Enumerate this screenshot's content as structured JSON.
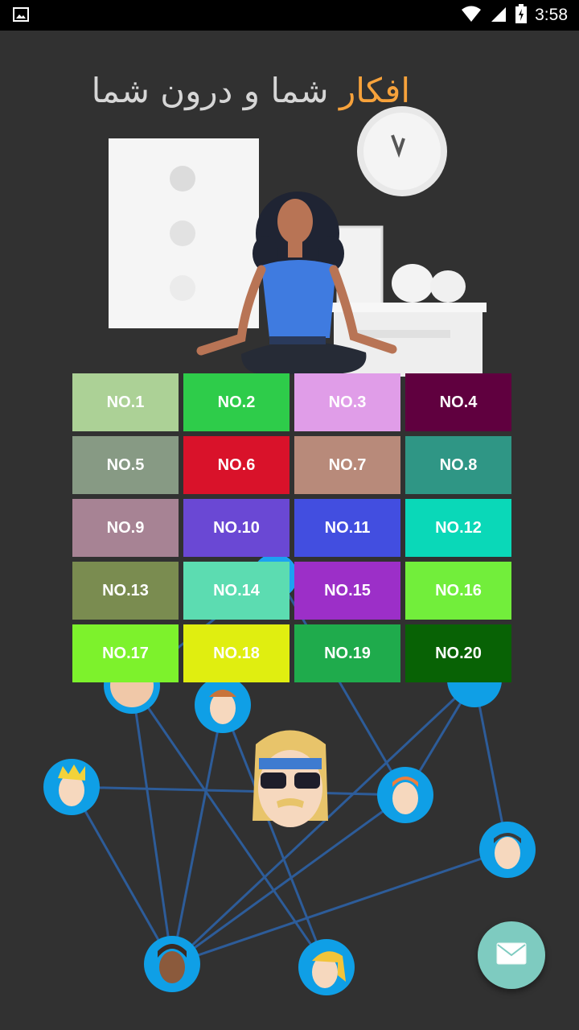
{
  "status_bar": {
    "time": "3:58"
  },
  "hero": {
    "title_accent": "افکار",
    "title_rest": " شما و درون شما",
    "accent_color": "#f7a23b"
  },
  "tiles": [
    {
      "label": "NO.1",
      "color": "#acd196"
    },
    {
      "label": "NO.2",
      "color": "#2ecc4a"
    },
    {
      "label": "NO.3",
      "color": "#e09de8"
    },
    {
      "label": "NO.4",
      "color": "#60003f"
    },
    {
      "label": "NO.5",
      "color": "#879a84"
    },
    {
      "label": "NO.6",
      "color": "#d9122a"
    },
    {
      "label": "NO.7",
      "color": "#b88a7a"
    },
    {
      "label": "NO.8",
      "color": "#2f9685"
    },
    {
      "label": "NO.9",
      "color": "#a78394"
    },
    {
      "label": "NO.10",
      "color": "#6a48d4"
    },
    {
      "label": "NO.11",
      "color": "#424ee0"
    },
    {
      "label": "NO.12",
      "color": "#0ad8b8"
    },
    {
      "label": "NO.13",
      "color": "#7a8c50"
    },
    {
      "label": "NO.14",
      "color": "#5cdcb1"
    },
    {
      "label": "NO.15",
      "color": "#9c2fc8"
    },
    {
      "label": "NO.16",
      "color": "#72ee3b"
    },
    {
      "label": "NO.17",
      "color": "#7df22c"
    },
    {
      "label": "NO.18",
      "color": "#e0ee10"
    },
    {
      "label": "NO.19",
      "color": "#1fab4c"
    },
    {
      "label": "NO.20",
      "color": "#086205"
    }
  ],
  "fab": {
    "icon": "mail-icon",
    "color": "#7ecbc0"
  }
}
